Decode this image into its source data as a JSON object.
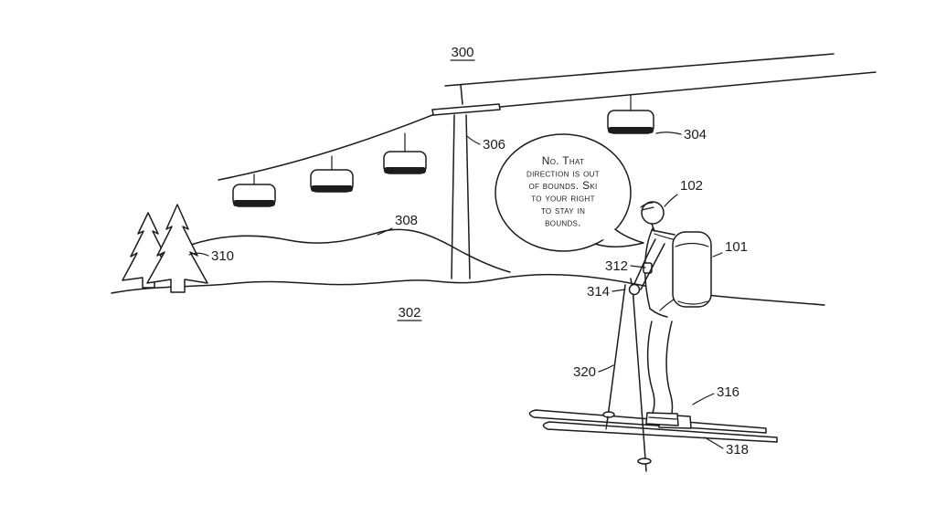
{
  "figure": {
    "background": "#ffffff",
    "ink": "#1c1c1e",
    "speech": {
      "lines": [
        "No. That",
        "direction is out",
        "of bounds. Ski",
        "to your right",
        "to stay in",
        "bounds."
      ]
    },
    "labels": {
      "environment": "300",
      "slope": "302",
      "gondola": "304",
      "lift_pole": "306",
      "hill": "308",
      "trees": "310",
      "backpack": "101",
      "helmet": "102",
      "chest_device": "312",
      "hand": "314",
      "ski_pole": "320",
      "boot": "316",
      "ski": "318"
    }
  }
}
